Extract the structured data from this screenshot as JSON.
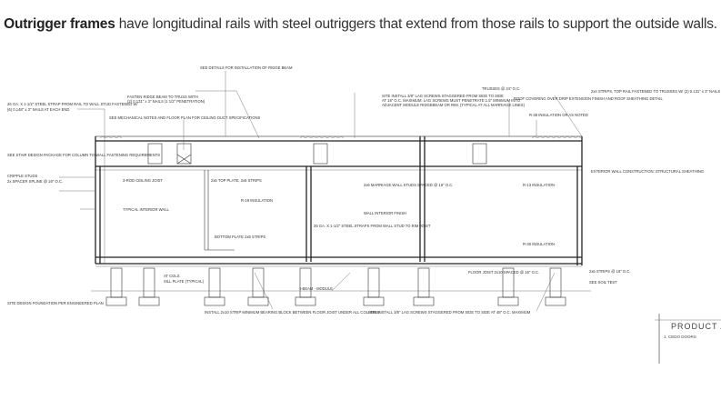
{
  "caption": {
    "bold": "Outrigger frames",
    "rest": " have longitudinal rails with steel outriggers that extend from those rails to support the outside walls."
  },
  "drawing": {
    "labels": [
      "26 GA. X 1-1/2\" STEEL STRAP FROM RAIL TO WALL STUD FASTENED W/",
      "(6) 0.148\" x 3\" NAILS AT EACH END",
      "FASTEN RIDGE BEAM TO TRUSS WITH",
      "(2) 0.131\" x 3\" NAILS (1 1/2\" PENETRATION)",
      "SEE MECHANICAL NOTES AND FLOOR PLAN FOR CEILING DUCT SPECIFICATIONS",
      "SEE DETAILS FOR INSTALLATION OF RIDGE BEAM",
      "SITE INSTALL 3/8\" LAG SCREWS STAGGERED FROM SIDE TO SIDE",
      "AT 16\" O.C. MAXIMUM. LAG SCREWS MUST PENETRATE 1.5\" MINIMUM INTO",
      "ADJACENT MODULE RIDGEBEAM OR RIM. (TYPICAL AT ALL MARRIAGE LINES)",
      "TRUSSES @ 24\" O.C.",
      "ROOF COVERING OVER DRIP EXTENSION FINISH AND ROOF SHEATHING DETAIL",
      "R-38 INSULATION OR AS NOTED",
      "2x4 STRIPS, TOP RAIL FASTENED TO TRUSSES W/ (2) 0.131\" x 3\" NAILS",
      "SEE STAIR DESIGN PACKAGE FOR COLUMN TO WALL FASTENING REQUIREMENTS",
      "CRIPPLE STUDS",
      "2x SPACER SPLINE @ 16\" O.C.",
      "3-ROD CEILING JOIST",
      "2x6 TOP PLATE, 2x6 STRIPS",
      "TYPICAL INTERIOR WALL",
      "R-19 INSULATION",
      "WALL INTERIOR FINISH",
      "BOTTOM PLATE 2x6 STRIPS",
      "2x6 MARRIAGE WALL STUDS SPACED @ 16\" O.C.",
      "26 GA. X 1-1/2\" STEEL STRAPS FROM WALL STUD TO RIM JOIST",
      "EXTERIOR WALL CONSTRUCTION: STRUCTURAL SHEATHING",
      "R-13 INSULATION",
      "R-30 INSULATION",
      "FLOOR JOIST 2x10 SPACED @ 16\" O.C.",
      "I-BEAM - MODULE",
      "AT COLS",
      "SILL PLATE (TYPICAL)",
      "SITE DESIGN FOUNDATION PER ENGINEERED PLAN",
      "INSTALL 2x10 STRIP MINIMUM BEARING BLOCK BETWEEN FLOOR JOIST UNDER ALL COLUMNS",
      "SITE INSTALL 3/8\" LAG SCREWS STAGGERED FROM SIDE TO SIDE AT 48\" O.C. MAXIMUM",
      "SEE SOIL TEST",
      "2x6 STRIPS @ 16\" O.C."
    ]
  },
  "title_block": {
    "title": "PRODUCT A",
    "line1": "1.  CEDO DOORS"
  }
}
